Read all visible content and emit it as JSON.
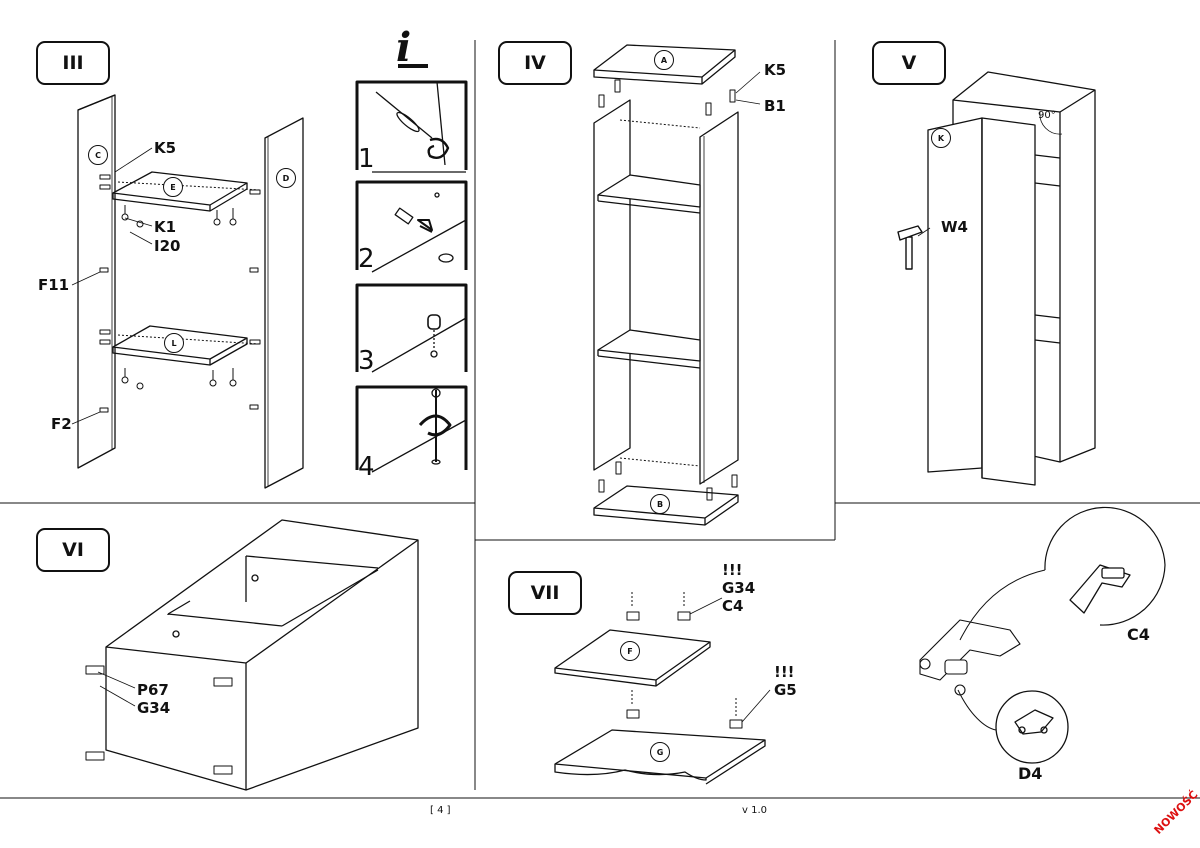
{
  "steps": {
    "iii": "III",
    "iv": "IV",
    "v": "V",
    "vi": "VI",
    "vii": "VII"
  },
  "info_glyph": "i",
  "info_steps": [
    "1",
    "2",
    "3",
    "4"
  ],
  "panels": {
    "A": "A",
    "B": "B",
    "C": "C",
    "D": "D",
    "E": "E",
    "F": "F",
    "G": "G",
    "K": "K",
    "L": "L"
  },
  "parts_iii": {
    "k5": "K5",
    "k1": "K1",
    "i20": "I20",
    "f11": "F11",
    "f2": "F2"
  },
  "parts_iv": {
    "k5": "K5",
    "b1": "B1"
  },
  "parts_v": {
    "w4": "W4",
    "angle": "90°"
  },
  "parts_vi": {
    "p67": "P67",
    "g34": "G34"
  },
  "parts_vii": {
    "warn1": "!!!",
    "g34": "G34",
    "c4": "C4",
    "warn2": "!!!",
    "g5": "G5"
  },
  "hinges": {
    "c4": "C4",
    "d4": "D4"
  },
  "footer": {
    "page": "[ 4 ]",
    "version": "v 1.0"
  },
  "stamp": "NOWOŚĆ"
}
